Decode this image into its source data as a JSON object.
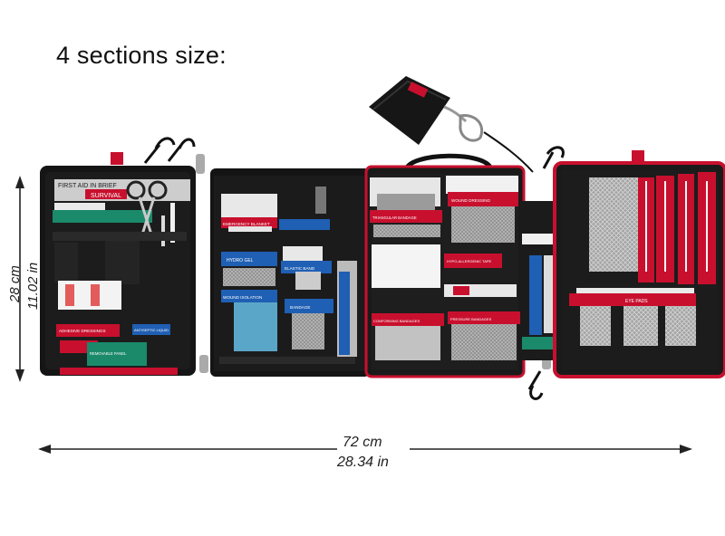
{
  "title": "4 sections size:",
  "dimensions": {
    "height_cm": "28 cm",
    "height_in": "11.02 in",
    "width_cm": "72 cm",
    "width_in": "28.34 in"
  },
  "colors": {
    "kit_red": "#c8102e",
    "kit_black": "#141414",
    "mesh_gray": "#9a9a9a",
    "blue_tag": "#1f5fb4",
    "green_tag": "#1a8a6a"
  },
  "panel1": {
    "header": "FIRST AID IN BRIEF",
    "brand": "SURVIVAL",
    "tag_adhesive": "ADHESIVE DRESSINGS",
    "tag_antiseptic": "ANTISEPTIC LIQUID",
    "tag_removable": "REMOVABLE PANEL"
  },
  "panel2": {
    "tag_emergency": "EMERGENCY BLANKET",
    "tag_hydrogel": "HYDRO GEL",
    "tag_elastic": "ELASTIC BAND",
    "tag_wound": "WOUND ISOLATION",
    "tag_bandage": "BANDAGE"
  },
  "panel3": {
    "tag_triangular": "TRIANGULAR BANDAGE",
    "tag_wound_dressing": "WOUND DRESSING",
    "tag_conforming": "CONFORMING BANDAGES",
    "tag_pressure": "PRESSURE BANDAGES",
    "tag_tape": "HYPO-ALLERGENIC TAPE"
  },
  "panel4": {
    "tag_eye_pads": "EYE PADS"
  }
}
